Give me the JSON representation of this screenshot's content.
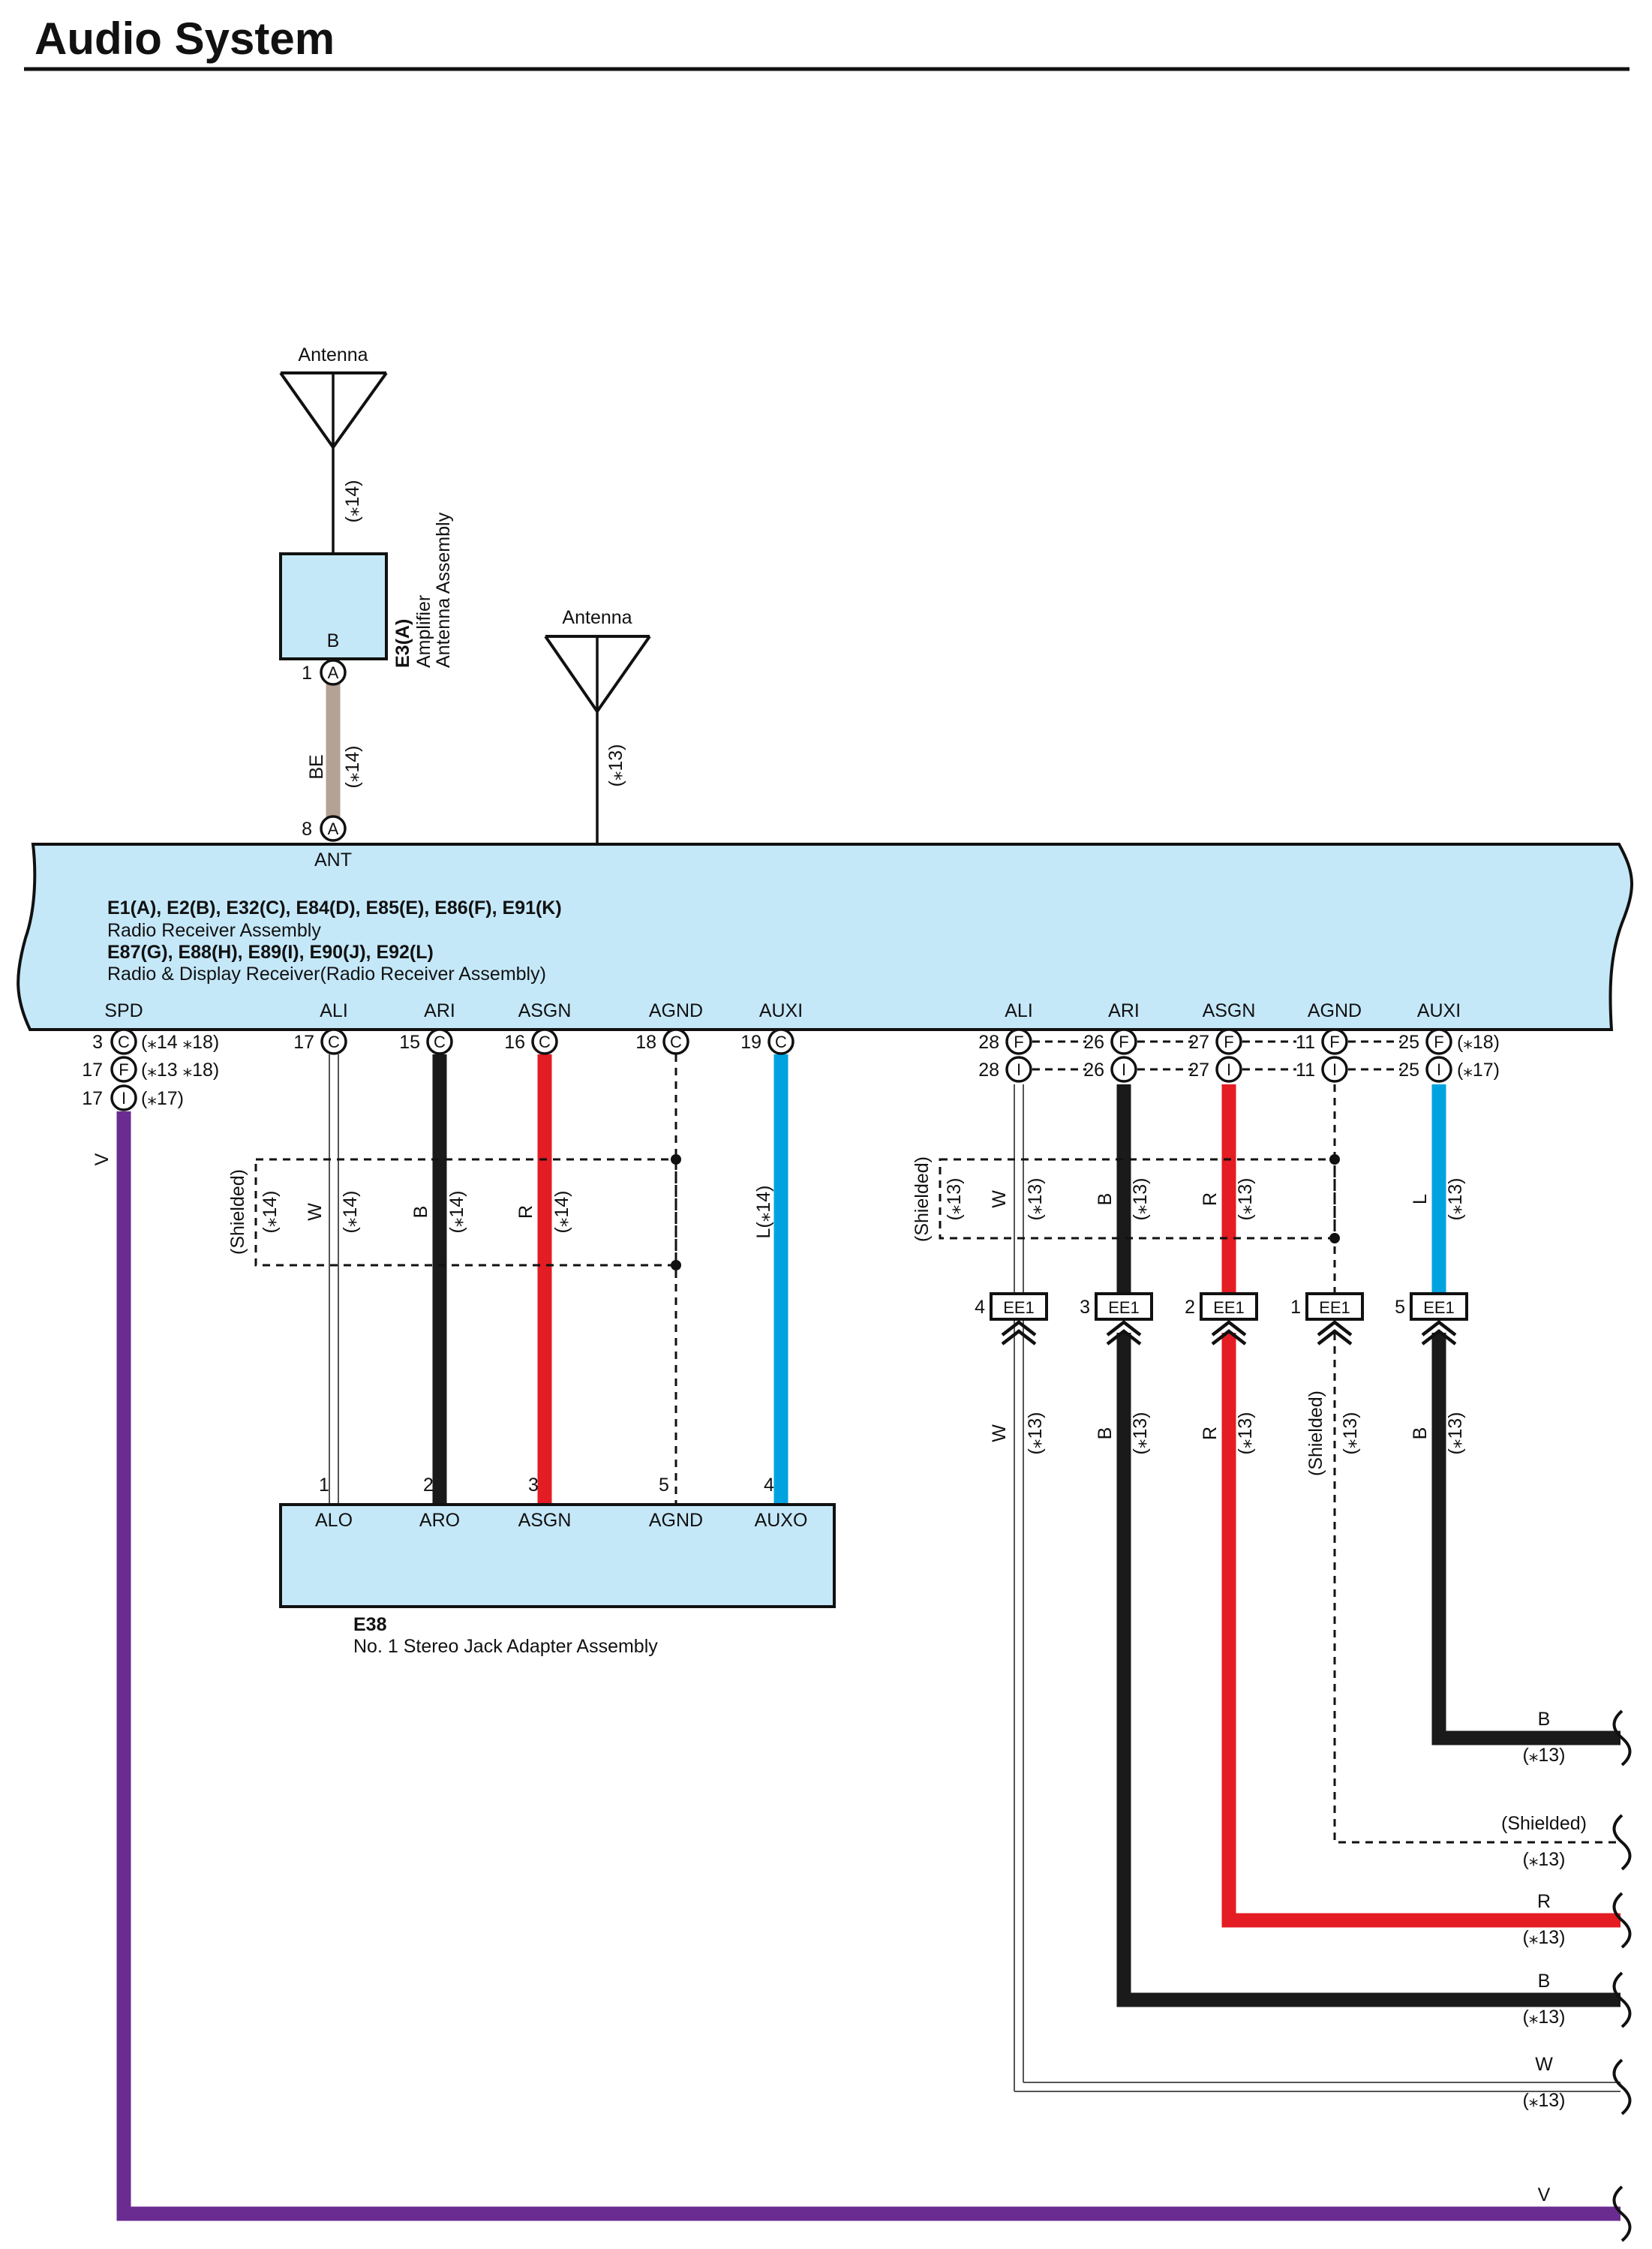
{
  "title": "Audio System",
  "colors": {
    "BE": "#b4a294",
    "B": "#1a1a1a",
    "R": "#e41c23",
    "L": "#00a3e0",
    "W": "#9a9a9a",
    "V": "#6b2c91",
    "component_fill": "#c5e8f9"
  },
  "antenna1": {
    "label": "Antenna",
    "wire_note": "(⁎14)"
  },
  "antenna2": {
    "label": "Antenna",
    "wire_note": "(⁎13)"
  },
  "amplifier": {
    "pin_label": "B",
    "code": "E3(A)",
    "name1": "Amplifier",
    "name2": "Antenna Assembly",
    "pin_num": "1",
    "connector": "A",
    "wire_color": "BE",
    "wire_note": "(⁎14)"
  },
  "receiver": {
    "line1": "E1(A), E2(B), E32(C), E84(D), E85(E), E86(F), E91(K)",
    "line2": "Radio Receiver Assembly",
    "line3": "E87(G), E88(H), E89(I), E90(J), E92(L)",
    "line4": "Radio & Display Receiver(Radio Receiver Assembly)",
    "ant_label": "ANT",
    "ant_pin": "8",
    "ant_connector": "A",
    "pin_labels": [
      "SPD",
      "ALI",
      "ARI",
      "ASGN",
      "AGND",
      "AUXI",
      "ALI",
      "ARI",
      "ASGN",
      "AGND",
      "AUXI"
    ]
  },
  "spd": {
    "rows": [
      {
        "num": "3",
        "conn": "C",
        "note": "(⁎14 ⁎18)"
      },
      {
        "num": "17",
        "conn": "F",
        "note": "(⁎13 ⁎18)"
      },
      {
        "num": "17",
        "conn": "I",
        "note": "(⁎17)"
      }
    ],
    "wire_color": "V"
  },
  "left_pins": [
    {
      "num": "17",
      "conn": "C"
    },
    {
      "num": "15",
      "conn": "C"
    },
    {
      "num": "16",
      "conn": "C"
    },
    {
      "num": "18",
      "conn": "C"
    },
    {
      "num": "19",
      "conn": "C"
    }
  ],
  "left_wires": {
    "shielded": "(Shielded)",
    "shielded_note": "(⁎14)",
    "colors": [
      "W",
      "B",
      "R",
      "L(⁎14)"
    ],
    "notes": [
      "(⁎14)",
      "(⁎14)",
      "(⁎14)"
    ]
  },
  "right_pins": {
    "top": [
      {
        "num": "28",
        "conn": "F"
      },
      {
        "num": "26",
        "conn": "F"
      },
      {
        "num": "27",
        "conn": "F"
      },
      {
        "num": "11",
        "conn": "F"
      },
      {
        "num": "25",
        "conn": "F"
      }
    ],
    "bottom": [
      {
        "num": "28",
        "conn": "I"
      },
      {
        "num": "26",
        "conn": "I"
      },
      {
        "num": "27",
        "conn": "I"
      },
      {
        "num": "11",
        "conn": "I"
      },
      {
        "num": "25",
        "conn": "I"
      }
    ],
    "top_note": "(⁎18)",
    "bottom_note": "(⁎17)"
  },
  "right_wires": {
    "shielded": "(Shielded)",
    "shielded_note": "(⁎13)",
    "colors": [
      "W",
      "B",
      "R",
      "L"
    ],
    "notes": [
      "(⁎13)",
      "(⁎13)",
      "(⁎13)",
      "(⁎13)"
    ]
  },
  "ee1": {
    "label": "EE1",
    "pins": [
      "4",
      "3",
      "2",
      "1",
      "5"
    ],
    "below_colors": [
      "W",
      "B",
      "R",
      "(Shielded)",
      "B"
    ],
    "below_notes": [
      "(⁎13)",
      "(⁎13)",
      "(⁎13)",
      "(⁎13)",
      "(⁎13)"
    ]
  },
  "jack": {
    "pin_nums": [
      "1",
      "2",
      "3",
      "5",
      "4"
    ],
    "pin_labels": [
      "ALO",
      "ARO",
      "ASGN",
      "AGND",
      "AUXO"
    ],
    "code": "E38",
    "name": "No. 1 Stereo Jack Adapter Assembly"
  },
  "outputs": [
    {
      "color": "B",
      "note": "(⁎13)"
    },
    {
      "color": "(Shielded)",
      "note": "(⁎13)"
    },
    {
      "color": "R",
      "note": "(⁎13)"
    },
    {
      "color": "B",
      "note": "(⁎13)"
    },
    {
      "color": "W",
      "note": "(⁎13)"
    },
    {
      "color": "V",
      "note": ""
    }
  ]
}
